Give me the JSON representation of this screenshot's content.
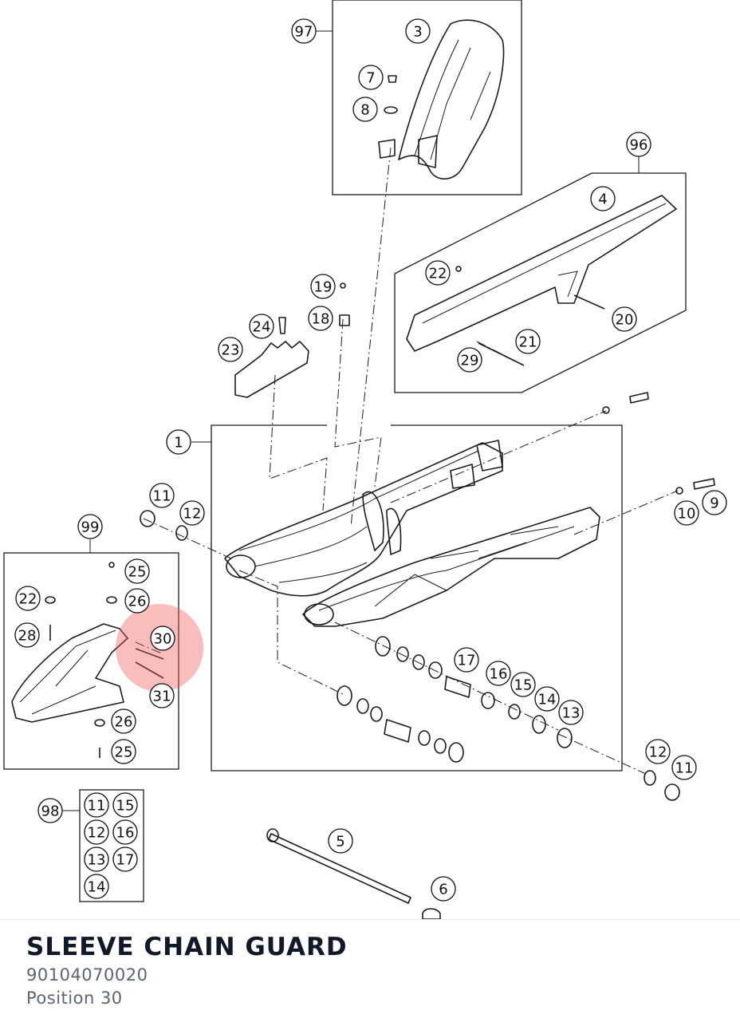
{
  "diagram": {
    "group_labels": [
      "97",
      "96",
      "99",
      "98",
      "1"
    ],
    "part_labels": [
      "3",
      "7",
      "8",
      "4",
      "22",
      "20",
      "21",
      "29",
      "19",
      "18",
      "24",
      "23",
      "11",
      "12",
      "9",
      "10",
      "25",
      "26",
      "30",
      "28",
      "31",
      "17",
      "16",
      "15",
      "14",
      "13",
      "5",
      "6"
    ],
    "kit_98_items": [
      "11",
      "15",
      "12",
      "16",
      "13",
      "17",
      "14"
    ],
    "highlighted_part": "30",
    "highlight_color": "#f15a5a"
  },
  "part_info": {
    "name": "SLEEVE CHAIN GUARD",
    "number": "90104070020",
    "position": "Position 30"
  }
}
